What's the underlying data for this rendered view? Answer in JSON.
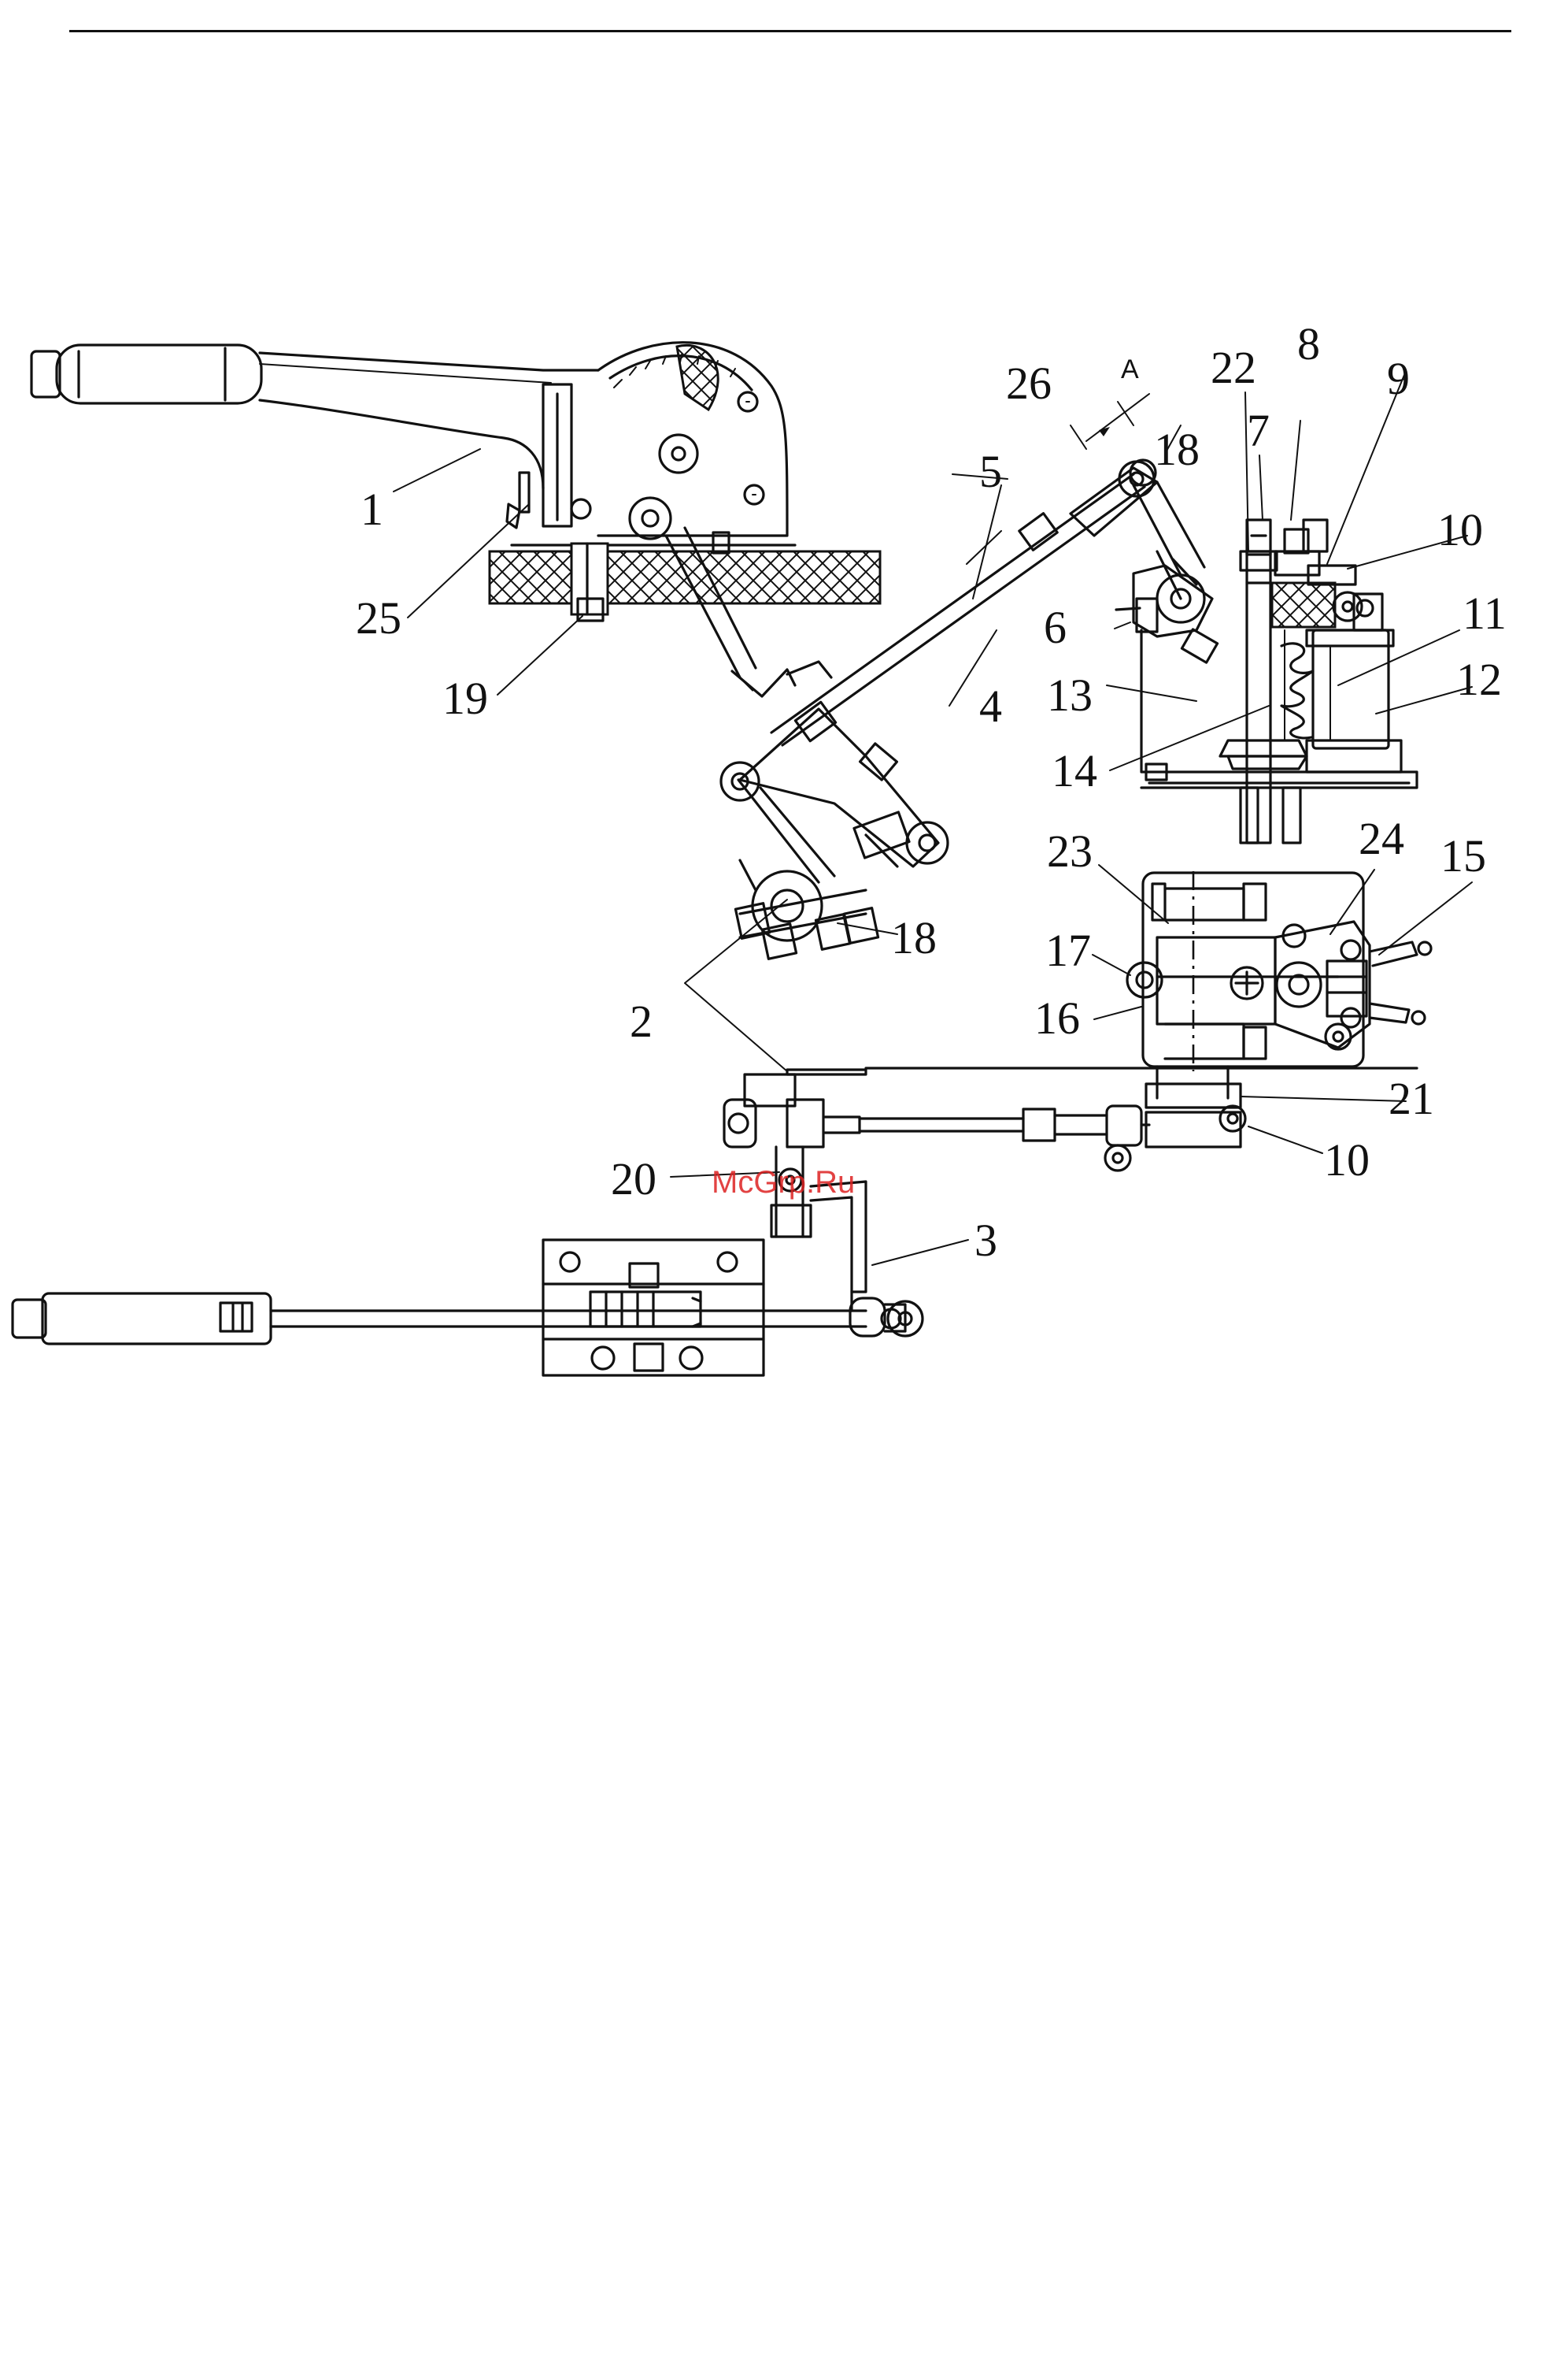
{
  "watermark": "McGrp.Ru",
  "dimension_label": "A",
  "callouts": [
    "1",
    "2",
    "3",
    "4",
    "5",
    "6",
    "7",
    "8",
    "9",
    "10",
    "10",
    "11",
    "12",
    "13",
    "14",
    "15",
    "16",
    "17",
    "18",
    "18",
    "19",
    "20",
    "21",
    "22",
    "23",
    "24",
    "25",
    "26"
  ]
}
